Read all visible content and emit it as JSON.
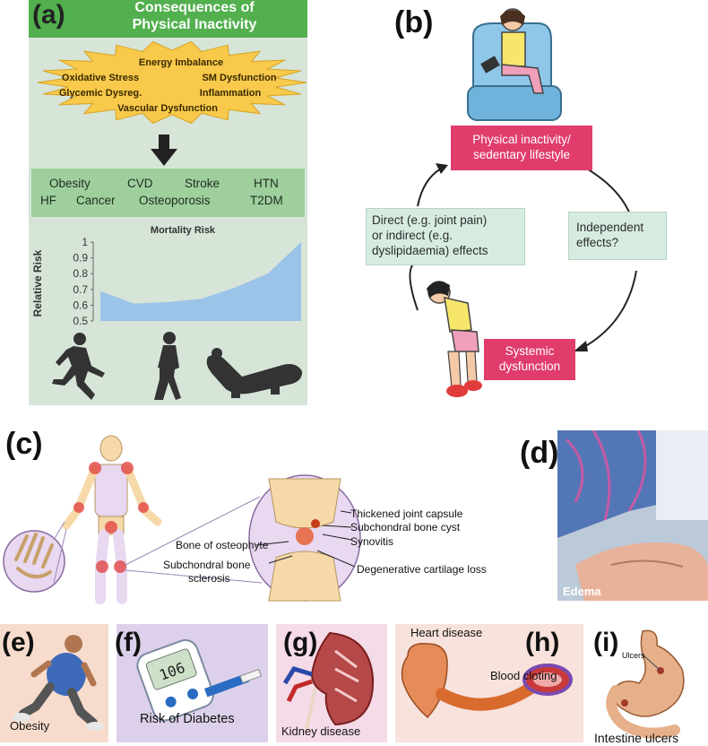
{
  "panel_a": {
    "label": "(a)",
    "title_line1": "Consequences of",
    "title_line2": "Physical Inactivity",
    "mechanisms": [
      "Energy Imbalance",
      "Oxidative Stress",
      "SM Dysfunction",
      "Glycemic Dysreg.",
      "Inflammation",
      "Vascular Dysfunction"
    ],
    "diseases": [
      "Obesity",
      "CVD",
      "Stroke",
      "HTN",
      "HF",
      "Cancer",
      "Osteoporosis",
      "T2DM"
    ],
    "colors": {
      "header": "#52b04e",
      "background": "#d6e5d8",
      "disease_box": "#9fcf9d",
      "starburst": "#f8c94a",
      "area": "#9cc3e8"
    },
    "chart_data": {
      "type": "area",
      "title": "Mortality Risk",
      "ylabel": "Relative Risk",
      "xlabel": "",
      "yticks": [
        "1",
        "0.9",
        "0.8",
        "0.7",
        "0.6",
        "0.5"
      ],
      "ylim": [
        0.5,
        1.0
      ],
      "x": [
        1,
        2,
        3,
        4,
        5,
        6
      ],
      "values": [
        0.69,
        0.61,
        0.62,
        0.64,
        0.71,
        0.8,
        1.0
      ],
      "grid": false
    },
    "activity_icons": [
      "running-person-icon",
      "walking-person-icon",
      "reclining-chair-icon"
    ]
  },
  "panel_b": {
    "label": "(b)",
    "top_box": [
      "Physical inactivity/",
      "sedentary lifestyle"
    ],
    "left_box": [
      "Direct (e.g. joint pain)",
      "or indirect (e.g.",
      "dyslipidaemia) effects"
    ],
    "right_box": [
      "Independent",
      "effects?"
    ],
    "bottom_box": [
      "Systemic",
      "dysfunction"
    ],
    "colors": {
      "pink_box": "#e03c6c",
      "green_box": "#d7ece1"
    }
  },
  "panel_c": {
    "label": "(c)",
    "annotations": [
      "Thickened joint capsule",
      "Subchondral bone cyst",
      "Synovitis",
      "Bone of osteophyte",
      "Subchondral bone",
      "sclerosis",
      "Degenerative cartilage loss"
    ]
  },
  "panel_d": {
    "label": "(d)",
    "caption": "Edema"
  },
  "panel_e": {
    "label": "(e)",
    "caption": "Obesity"
  },
  "panel_f": {
    "label": "(f)",
    "caption": "Risk of Diabetes",
    "meter_reading": "106"
  },
  "panel_g": {
    "label": "(g)",
    "caption": "Kidney disease"
  },
  "panel_h": {
    "label": "(h)",
    "caption_top": "Heart disease",
    "caption_mid": "Blood cloting"
  },
  "panel_i": {
    "label": "(i)",
    "caption_small": "Ulcers",
    "caption": "Intestine ulcers"
  }
}
